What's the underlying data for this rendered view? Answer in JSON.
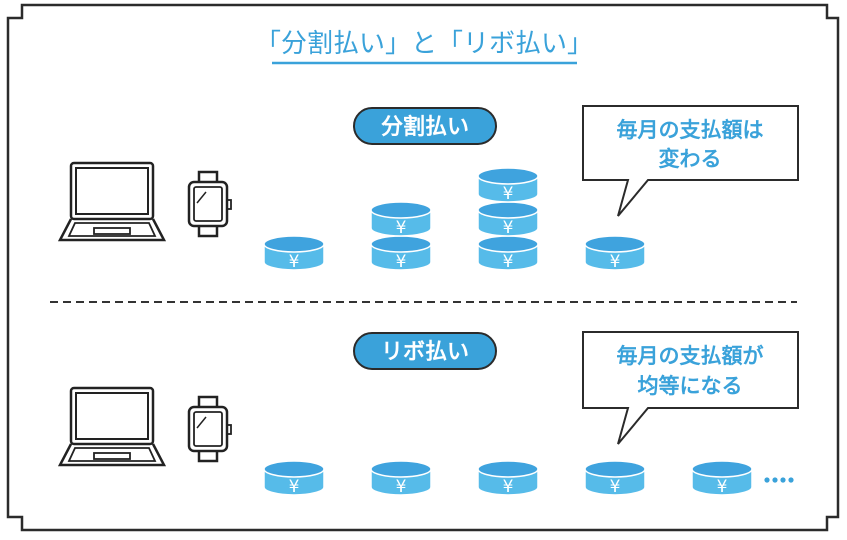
{
  "title": "「分割払い」と「リボ払い」",
  "colors": {
    "accent": "#3aa2da",
    "coin_body": "#56bbe9",
    "coin_top": "#3fa3de",
    "outline": "#2b2b2b"
  },
  "sections": [
    {
      "id": "installment",
      "label": "分割払い",
      "bubble_lines": [
        "毎月の支払額は",
        "変わる"
      ],
      "items": [
        "laptop-icon",
        "smartwatch-icon"
      ],
      "coin_stacks": [
        1,
        2,
        3,
        1
      ],
      "coin_symbol": "¥",
      "continues": false
    },
    {
      "id": "revolving",
      "label": "リボ払い",
      "bubble_lines": [
        "毎月の支払額が",
        "均等になる"
      ],
      "items": [
        "laptop-icon",
        "smartwatch-icon"
      ],
      "coin_stacks": [
        1,
        1,
        1,
        1,
        1
      ],
      "coin_symbol": "¥",
      "continues": true,
      "continuation": "••••"
    }
  ]
}
